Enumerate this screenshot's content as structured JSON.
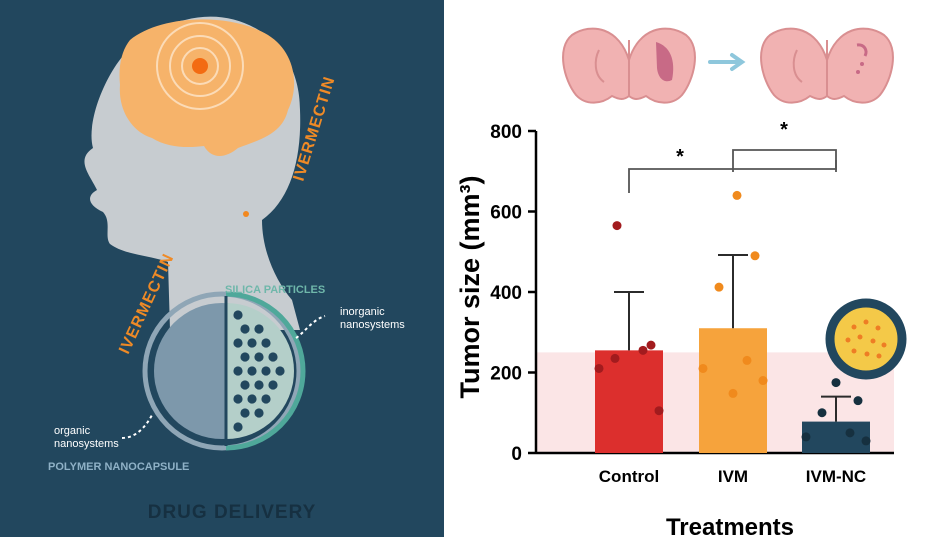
{
  "infographic": {
    "drug_label": "IVERMECTIN",
    "silica_label": "SILICA PARTICLES",
    "inorganic_label": [
      "inorganic",
      "nanosystems"
    ],
    "organic_label": [
      "organic",
      "nanosystems"
    ],
    "polymer_label": "POLYMER NANOCAPSULE",
    "footer_title": "DRUG DELIVERY"
  },
  "chart_data": {
    "type": "bar",
    "categories": [
      "Control",
      "IVM",
      "IVM-NC"
    ],
    "values": [
      255,
      310,
      78
    ],
    "error_upper": [
      400,
      492,
      140
    ],
    "points": [
      [
        565,
        268,
        235,
        255,
        210,
        105
      ],
      [
        640,
        490,
        412,
        230,
        210,
        180,
        148
      ],
      [
        175,
        130,
        100,
        50,
        40,
        30
      ]
    ],
    "colors": {
      "Control": "#dc2f2d",
      "IVM": "#f6a33c",
      "IVM-NC": "#22475e",
      "Control_points": "#a21b1e",
      "IVM_points": "#f08a1d",
      "IVM-NC_points": "#16303f"
    },
    "ylabel": "Tumor size (mm³)",
    "xlabel": "Treatments",
    "ylim": [
      0,
      800
    ],
    "yticks": [
      "0",
      "200",
      "400",
      "600",
      "800"
    ],
    "shaded_band": [
      0,
      250
    ],
    "significance": [
      "*",
      "*"
    ]
  }
}
